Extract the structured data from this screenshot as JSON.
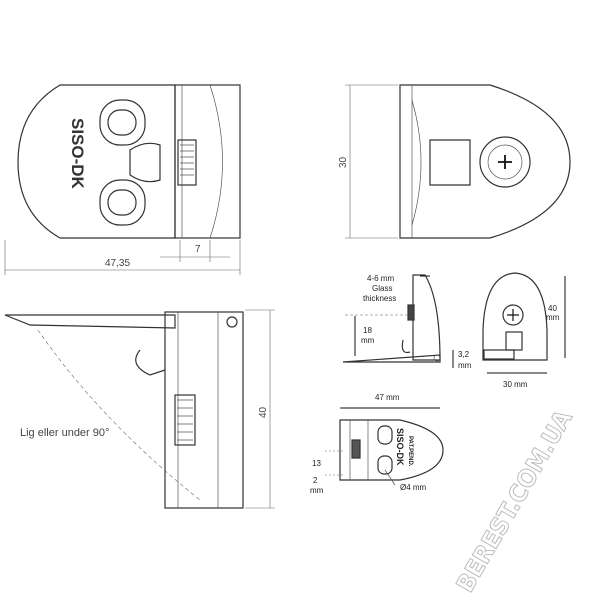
{
  "top_view": {
    "brand_text": "SISO-DK",
    "dim_length": "47,35",
    "dim_gap": "7"
  },
  "front_view": {
    "dim_height": "30"
  },
  "side_view": {
    "dim_height": "40",
    "angle_note": "Lig eller under 90°"
  },
  "detail_side": {
    "glass_label": "4-6 mm\nGlass\nthickness",
    "glass_line1": "4-6 mm",
    "glass_line2": "Glass",
    "glass_line3": "thickness",
    "height_value": "18",
    "height_unit": "mm",
    "base_value": "3,2",
    "base_unit": "mm"
  },
  "detail_front": {
    "height_value": "40",
    "height_unit": "mm",
    "width_label": "30 mm"
  },
  "detail_top": {
    "length_label": "47 mm",
    "brand_text": "SISO-DK",
    "patent_text": "PAT.PEND.",
    "dim_13": "13",
    "dim_2": "2",
    "dim_2_unit": "mm",
    "dim_13_unit": "mm",
    "hole_label": "Ø4 mm"
  },
  "watermark": "BEREST.COM.UA"
}
